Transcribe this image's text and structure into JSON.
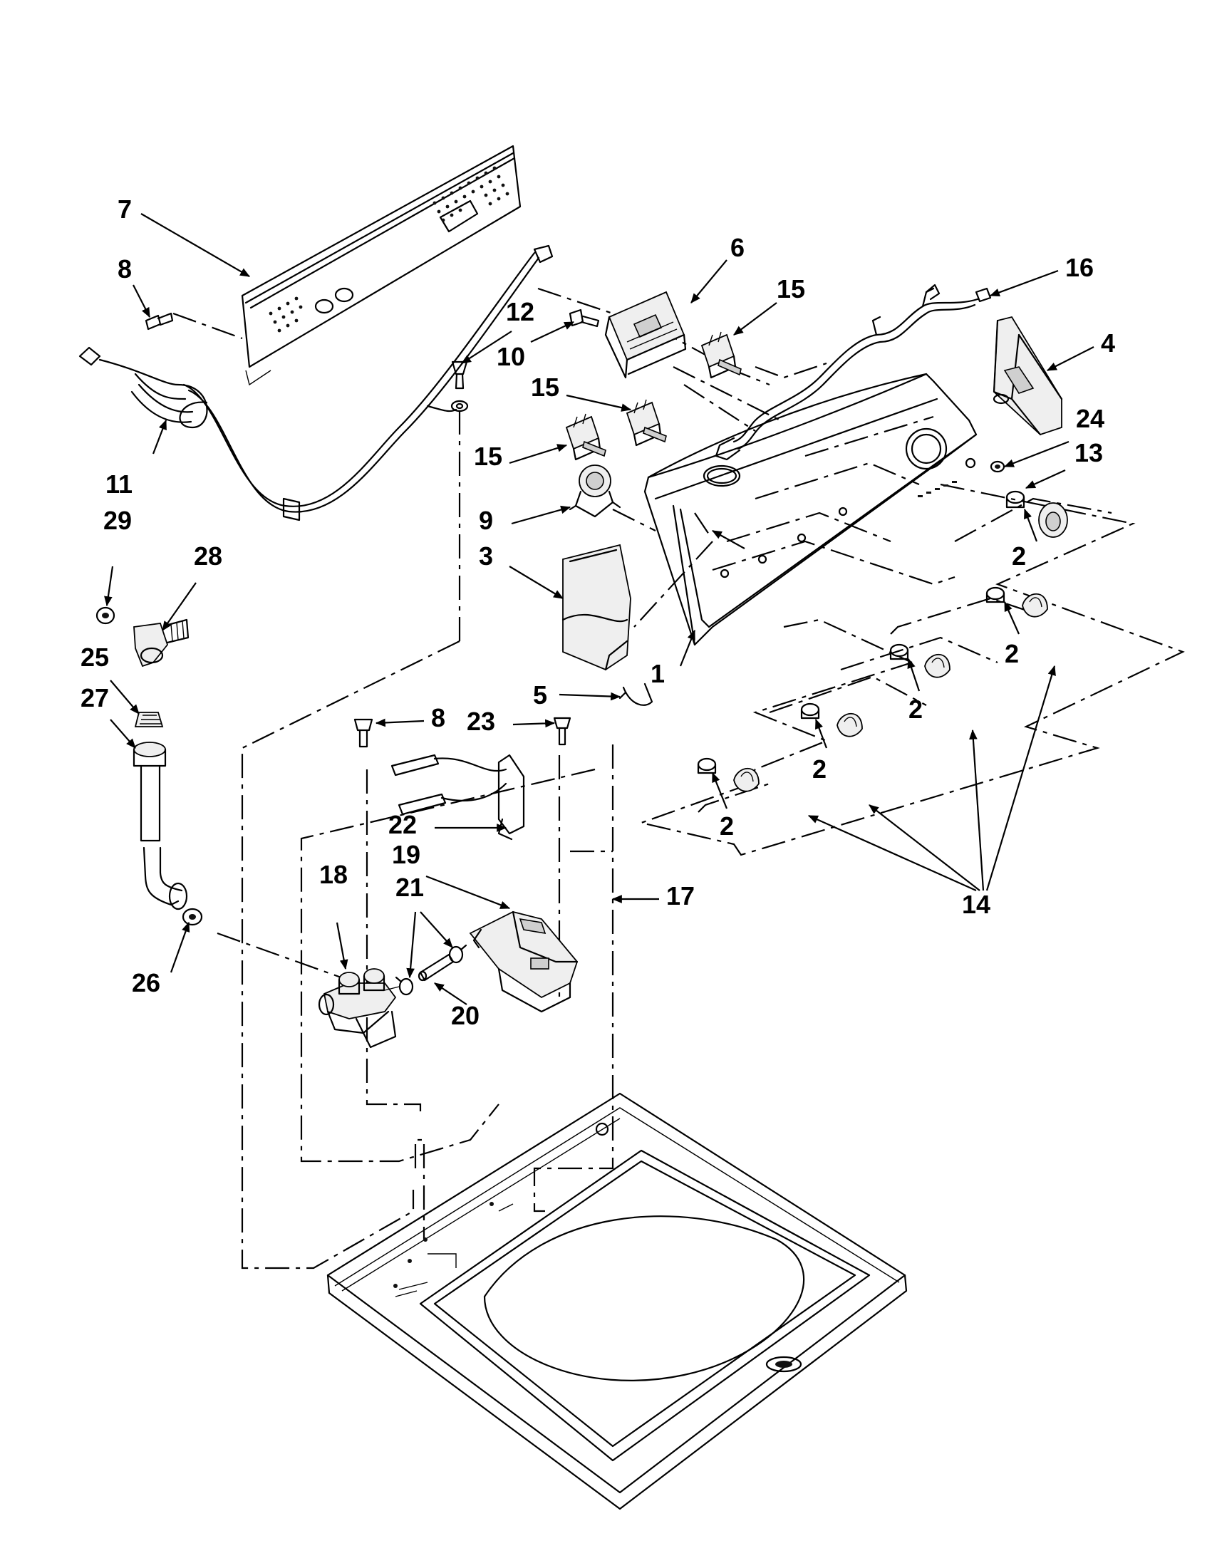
{
  "callouts": {
    "c1": "1",
    "c2a": "2",
    "c2b": "2",
    "c2c": "2",
    "c2d": "2",
    "c2e": "2",
    "c3": "3",
    "c4": "4",
    "c5": "5",
    "c6": "6",
    "c7": "7",
    "c8a": "8",
    "c8b": "8",
    "c9": "9",
    "c10": "10",
    "c11": "11",
    "c12": "12",
    "c13": "13",
    "c14": "14",
    "c15a": "15",
    "c15b": "15",
    "c15c": "15",
    "c16": "16",
    "c17": "17",
    "c18": "18",
    "c19": "19",
    "c20": "20",
    "c21": "21",
    "c22": "22",
    "c23": "23",
    "c24": "24",
    "c25": "25",
    "c26": "26",
    "c27": "27",
    "c28": "28",
    "c29": "29"
  },
  "colors": {
    "line": "#000000",
    "background": "#ffffff"
  }
}
